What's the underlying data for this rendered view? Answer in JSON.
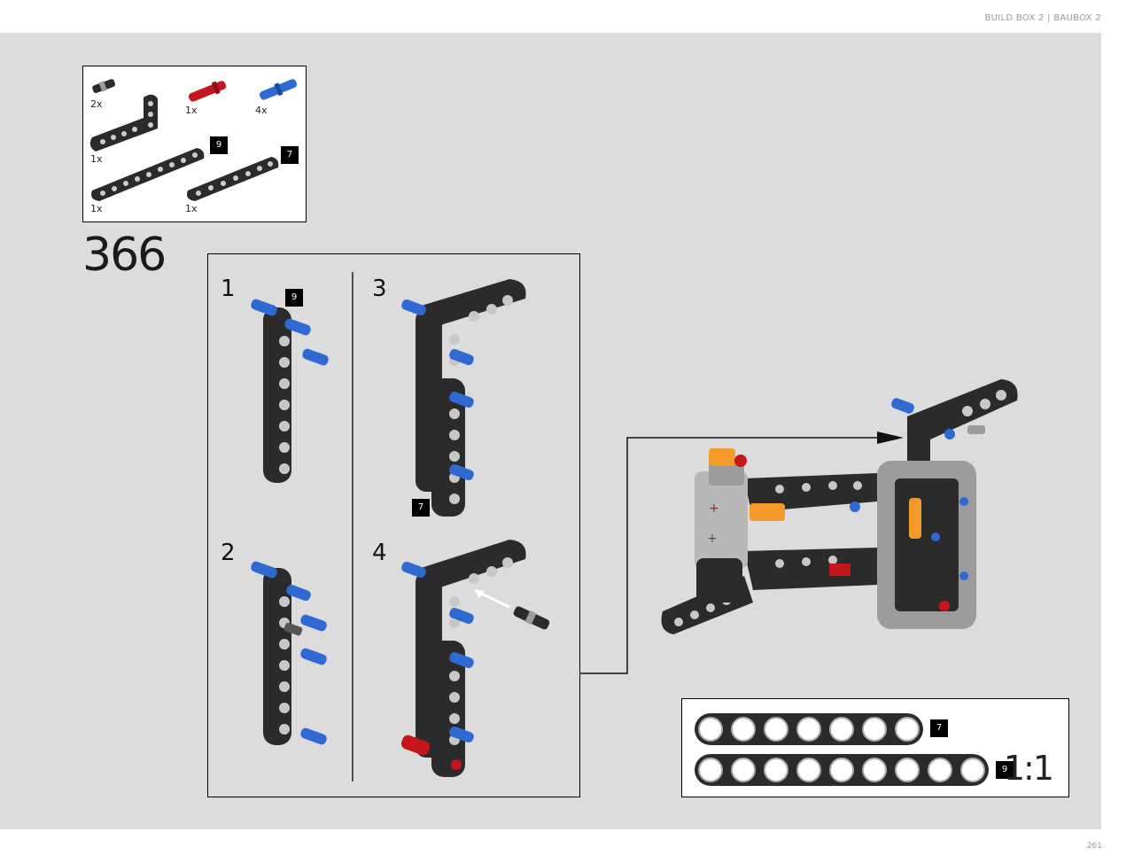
{
  "header": {
    "text": "BUILD BOX 2  |  BAUBOX 2"
  },
  "page_number": "261",
  "step": {
    "number": "366"
  },
  "parts": {
    "items": [
      {
        "qty": "2x",
        "name": "pin-connector-gray"
      },
      {
        "qty": "1x",
        "name": "red-axle-pin"
      },
      {
        "qty": "4x",
        "name": "blue-axle-pin"
      },
      {
        "qty": "1x",
        "name": "l-beam"
      },
      {
        "qty": "1x",
        "name": "beam-9",
        "length_tag": "9"
      },
      {
        "qty": "1x",
        "name": "beam-7",
        "length_tag": "7"
      }
    ]
  },
  "substeps": [
    {
      "label": "1",
      "tag": "9"
    },
    {
      "label": "2"
    },
    {
      "label": "3",
      "tag": "7"
    },
    {
      "label": "4"
    }
  ],
  "scale": {
    "beams": [
      {
        "tag": "7"
      },
      {
        "tag": "9"
      }
    ],
    "ratio": "1:1"
  },
  "colors": {
    "beam": "#2b2b2b",
    "blue_pin": "#2e6ad1",
    "red_pin": "#c4161c",
    "gray": "#9c9c9c",
    "orange": "#f39a2b"
  }
}
